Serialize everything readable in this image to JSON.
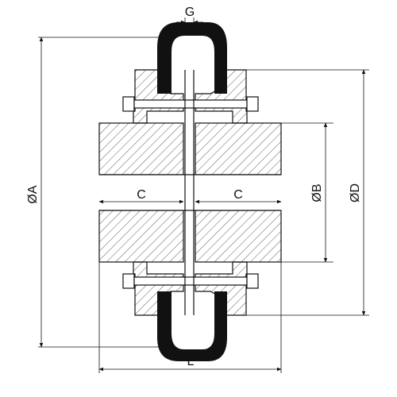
{
  "diagram": {
    "labels": {
      "gap": "G",
      "outer_diameter": "ØA",
      "bore_diameter": "ØB",
      "flange_diameter": "ØD",
      "hub_length_left": "C",
      "hub_length_right": "C",
      "overall_length": "L"
    },
    "colors": {
      "line": "#111111",
      "elastomer": "#111111",
      "background": "#ffffff"
    }
  }
}
